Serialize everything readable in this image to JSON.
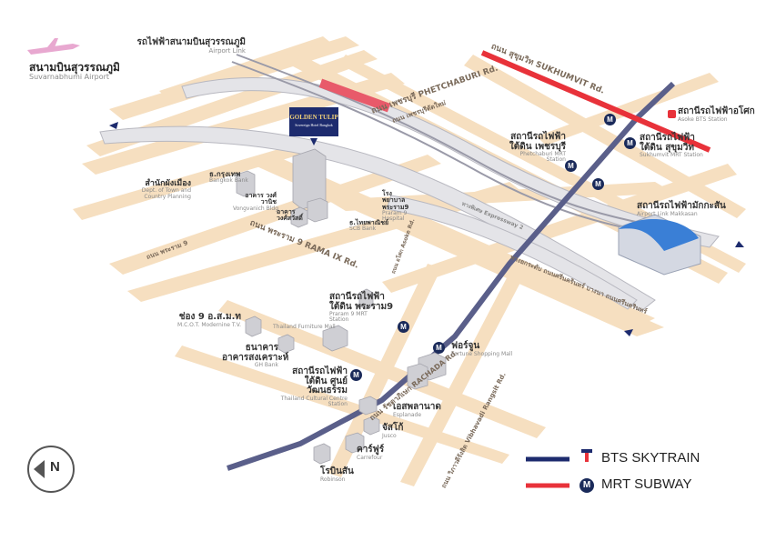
{
  "airport": {
    "th": "สนามบินสุวรรณภูมิ",
    "en": "Suvarnabhumi Airport"
  },
  "airport_link": {
    "th": "รถไฟฟ้าสนามบินสุวรรณภูมิ",
    "en": "Airport Link"
  },
  "hotel_logo": {
    "name": "GOLDEN TULIP",
    "tagline": "Sovereign Hotel Bangkok"
  },
  "roads": {
    "phetchaburi": "ถนน เพชรบุรี PHETCHABURI Rd.",
    "sukhumvit": "ถนน สุขุมวิท SUKHUMVIT Rd.",
    "rama9": "ถนน พระราม 9 RAMA IX Rd.",
    "rachada": "ถนน รัชดาภิเษก RACHADA Rd.",
    "vibhavadi": "ถนน วิภาวดีรังสิต Vibhavadi Rangsit Rd.",
    "asoke": "ถนน อโศก Asoke Rd.",
    "expressway": "ทางพิเศษ Expressway 2",
    "srinakarin": "ทางยกระดับ ถนนศรีนครินทร์ บางนา ถนนศรีนครินทร์",
    "new_phetchaburi": "ถนน เพชรบุรีตัดใหม่",
    "phraram9_road": "ถนน พระราม 9"
  },
  "places": {
    "asoke_bts": {
      "th": "สถานีรถไฟฟ้าอโศก",
      "en": "Asoke BTS Station"
    },
    "sukhumvit_mrt": {
      "th": "สถานีรถไฟฟ้าใต้ดิน สุขุมวิท",
      "en": "Sukhumvit MRT Station"
    },
    "phetchaburi_mrt": {
      "th": "สถานีรถไฟฟ้าใต้ดิน เพชรบุรี",
      "en": "Phetchaburi MRT Station"
    },
    "makkasan": {
      "th": "สถานีรถไฟฟ้ามักกะสัน",
      "en": "Airport Link Makkasan"
    },
    "bangkok_bank": {
      "th": "ธ.กรุงเทพ",
      "en": "Bangkok Bank"
    },
    "dept_town": {
      "th": "สำนักผังเมือง",
      "en": "Dept. of Town and Country Planning"
    },
    "vongvanij": {
      "th": "อาคาร วงศ์วานิช",
      "en": "Vongvanich Bldg"
    },
    "wongsawat": {
      "th": "อาคาร วงศ์สวัสดิ์",
      "en": ""
    },
    "praram9_hospital": {
      "th": "โรงพยาบาล พระราม9",
      "en": "Praram 9 Hospital"
    },
    "scb": {
      "th": "ธ.ไทยพาณิชย์",
      "en": "SCB Bank"
    },
    "mcot": {
      "th": "ช่อง 9 อ.ส.ม.ท",
      "en": "M.C.O.T. Modernine T.V."
    },
    "furniture": {
      "th": "",
      "en": "Thailand Furniture Mall"
    },
    "rama9_mrt": {
      "th": "สถานีรถไฟฟ้าใต้ดิน พระราม9",
      "en": "Praram 9 MRT Station"
    },
    "ghbank": {
      "th": "ธนาคาร อาคารสงเคราะห์",
      "en": "GH Bank"
    },
    "fortune": {
      "th": "ฟอร์จูน",
      "en": "Fortune Shopping Mall"
    },
    "cultural_mrt": {
      "th": "สถานีรถไฟฟ้าใต้ดิน ศูนย์วัฒนธรรม",
      "en": "Thailand Cultural Centre Station"
    },
    "esplanade": {
      "th": "เอสพลานาด",
      "en": "Esplanade"
    },
    "jusco": {
      "th": "จัสโก้",
      "en": "Jusco"
    },
    "carrefour": {
      "th": "คาร์ฟูร์",
      "en": "Carrefour"
    },
    "robinson": {
      "th": "โรบินสัน",
      "en": "Robinson"
    }
  },
  "legend": {
    "bts": "BTS SKYTRAIN",
    "mrt": "MRT SUBWAY",
    "bts_color": "#1d2b6e",
    "mrt_color": "#e8323a"
  },
  "compass": {
    "label": "N"
  },
  "mrt_icon": "M",
  "colors": {
    "road": "#f6dfc0",
    "rail": "#8a8a9a",
    "bts": "#1d2b6e",
    "mrt": "#e8323a",
    "station_roof": "#3a7fd6"
  }
}
